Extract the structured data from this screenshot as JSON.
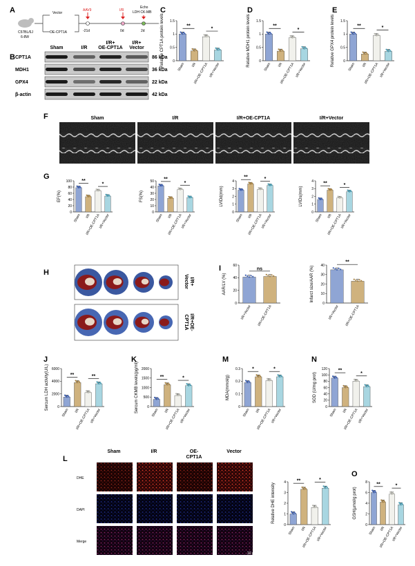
{
  "colors": {
    "sham": "#8fa5d4",
    "ir": "#cfb27e",
    "oe": "#f1f1ec",
    "vec": "#a8d6e1",
    "shamPt": "#3d5fb0",
    "irPt": "#a98547",
    "oePt": "#b8b8b0",
    "vecPt": "#4d9fb5",
    "axis": "#222222"
  },
  "panels": {
    "A": "A",
    "B": "B",
    "C": "C",
    "D": "D",
    "E": "E",
    "F": "F",
    "G": "G",
    "H": "H",
    "I": "I",
    "J": "J",
    "K": "K",
    "L": "L",
    "M": "M",
    "N": "N",
    "O": "O"
  },
  "schematic": {
    "mouse": "C57BL/6J",
    "age": "6-8W",
    "vector": "Vector",
    "oe": "OE-CPT1A",
    "aav": "AAV9",
    "d1": "-21d",
    "ir": "I/R",
    "d2": "0d",
    "echo1": "Echo",
    "echo2": "LDH CK-MB",
    "d3": "2d"
  },
  "blot": {
    "lanes": [
      "Sham",
      "I/R",
      "I/R+",
      "I/R+"
    ],
    "lanes2": [
      "",
      "",
      "OE-CPT1A",
      "Vector"
    ],
    "proteins": [
      {
        "name": "CPT1A",
        "kda": "86 kDa"
      },
      {
        "name": "MDH1",
        "kda": "36 kDa"
      },
      {
        "name": "GPX4",
        "kda": "22 kDa"
      },
      {
        "name": "β-actin",
        "kda": "42 kDa"
      }
    ]
  },
  "echo": {
    "labels": [
      "Sham",
      "I/R",
      "I/R+OE-CPT1A",
      "I/R+Vector"
    ]
  },
  "hearts": {
    "rows": [
      [
        "I/R+",
        "Vector"
      ],
      [
        "I/R+OE-",
        "CPT1A"
      ]
    ]
  },
  "dhe": {
    "cols": [
      "Sham",
      "I/R",
      "OE-",
      "Vector"
    ],
    "cols2": [
      "",
      "",
      "CPT1A",
      ""
    ],
    "rows": [
      "DHE",
      "DAPI",
      "Merge"
    ],
    "scale": "10 µm"
  },
  "chart_data": [
    {
      "id": "C",
      "type": "bar",
      "categories": [
        "Sham",
        "I/R",
        "I/R+OE-CPT1A",
        "I/R+Vector"
      ],
      "values": [
        1.0,
        0.37,
        0.9,
        0.4
      ],
      "ylabel": "Relative CPT1A protein levels",
      "ylim": [
        0,
        1.5
      ],
      "ticks": [
        0,
        0.5,
        1.0,
        1.5
      ],
      "sig": [
        {
          "a": 0,
          "b": 1,
          "t": "**"
        },
        {
          "a": 2,
          "b": 3,
          "t": "*"
        }
      ]
    },
    {
      "id": "D",
      "type": "bar",
      "categories": [
        "Sham",
        "I/R",
        "I/R+OE-CPT1A",
        "I/R+Vector"
      ],
      "values": [
        1.0,
        0.36,
        0.86,
        0.45
      ],
      "ylabel": "Relative MDH1 protein levels",
      "ylim": [
        0,
        1.5
      ],
      "ticks": [
        0,
        0.5,
        1.0,
        1.5
      ],
      "sig": [
        {
          "a": 0,
          "b": 1,
          "t": "**"
        },
        {
          "a": 2,
          "b": 3,
          "t": "*"
        }
      ]
    },
    {
      "id": "E",
      "type": "bar",
      "categories": [
        "Sham",
        "I/R",
        "I/R+OE-CPT1A",
        "I/R+Vector"
      ],
      "values": [
        1.0,
        0.25,
        0.94,
        0.35
      ],
      "ylabel": "Relative GPX4 protein levels",
      "ylim": [
        0,
        1.5
      ],
      "ticks": [
        0,
        0.5,
        1.0,
        1.5
      ],
      "sig": [
        {
          "a": 0,
          "b": 1,
          "t": "**"
        },
        {
          "a": 2,
          "b": 3,
          "t": "*"
        }
      ]
    },
    {
      "id": "G1",
      "type": "bar",
      "categories": [
        "Sham",
        "I/R",
        "I/R+OE-CPT1A",
        "I/R+Vector"
      ],
      "values": [
        78,
        49,
        68,
        51
      ],
      "ylabel": "EF(%)",
      "ylim": [
        0,
        100
      ],
      "ticks": [
        0,
        20,
        40,
        60,
        80,
        100
      ],
      "sig": [
        {
          "a": 0,
          "b": 1,
          "t": "**"
        },
        {
          "a": 2,
          "b": 3,
          "t": "*"
        }
      ]
    },
    {
      "id": "G2",
      "type": "bar",
      "categories": [
        "Sham",
        "I/R",
        "I/R+OE-CPT1A",
        "I/R+Vector"
      ],
      "values": [
        42,
        22,
        36,
        23
      ],
      "ylabel": "FS(%)",
      "ylim": [
        0,
        50
      ],
      "ticks": [
        0,
        10,
        20,
        30,
        40,
        50
      ],
      "sig": [
        {
          "a": 0,
          "b": 1,
          "t": "**"
        },
        {
          "a": 2,
          "b": 3,
          "t": "*"
        }
      ]
    },
    {
      "id": "G3",
      "type": "bar",
      "categories": [
        "Sham",
        "I/R",
        "I/R+OE-CPT1A",
        "I/R+Vector"
      ],
      "values": [
        2.8,
        3.6,
        2.9,
        3.4
      ],
      "ylabel": "LVIDd(mm)",
      "ylim": [
        0,
        4
      ],
      "ticks": [
        0,
        1,
        2,
        3,
        4
      ],
      "sig": [
        {
          "a": 0,
          "b": 1,
          "t": "**"
        },
        {
          "a": 2,
          "b": 3,
          "t": "*"
        }
      ]
    },
    {
      "id": "G4",
      "type": "bar",
      "categories": [
        "Sham",
        "I/R",
        "I/R+OE-CPT1A",
        "I/R+Vector"
      ],
      "values": [
        1.6,
        2.8,
        1.8,
        2.6
      ],
      "ylabel": "LVIDs(mm)",
      "ylim": [
        0,
        4
      ],
      "ticks": [
        0,
        1,
        2,
        3,
        4
      ],
      "sig": [
        {
          "a": 0,
          "b": 1,
          "t": "**"
        },
        {
          "a": 2,
          "b": 3,
          "t": "*"
        }
      ]
    },
    {
      "id": "I1",
      "type": "bar",
      "categories": [
        "I/R+Vector",
        "I/R+OE-CPT1A"
      ],
      "values": [
        41,
        42
      ],
      "ylabel": "AAR/LV (%)",
      "ylim": [
        0,
        60
      ],
      "ticks": [
        0,
        20,
        40,
        60
      ],
      "sig": [
        {
          "a": 0,
          "b": 1,
          "t": "ns"
        }
      ]
    },
    {
      "id": "I2",
      "type": "bar",
      "categories": [
        "I/R+Vector",
        "I/R+OE-CPT1A"
      ],
      "values": [
        35,
        23
      ],
      "ylabel": "Infarct size/AAR (%)",
      "ylim": [
        0,
        40
      ],
      "ticks": [
        0,
        10,
        20,
        30,
        40
      ],
      "sig": [
        {
          "a": 0,
          "b": 1,
          "t": "**"
        }
      ]
    },
    {
      "id": "J",
      "type": "bar",
      "categories": [
        "Sham",
        "I/R",
        "I/R+OE-CPT1A",
        "I/R+Vector"
      ],
      "values": [
        1500,
        3800,
        2200,
        3600
      ],
      "ylabel": "Sercum LDH activity(U/L)",
      "ylim": [
        0,
        6000
      ],
      "ticks": [
        0,
        2000,
        4000,
        6000
      ],
      "sig": [
        {
          "a": 0,
          "b": 1,
          "t": "**"
        },
        {
          "a": 2,
          "b": 3,
          "t": "**"
        }
      ]
    },
    {
      "id": "K",
      "type": "bar",
      "categories": [
        "Sham",
        "I/R",
        "I/R+OE-CPT1A",
        "I/R+Vector"
      ],
      "values": [
        380,
        1150,
        580,
        1100
      ],
      "ylabel": "Sercum CKMB levels(pg/ml)",
      "ylim": [
        0,
        2000
      ],
      "ticks": [
        0,
        500,
        1000,
        1500,
        2000
      ],
      "sig": [
        {
          "a": 0,
          "b": 1,
          "t": "**"
        },
        {
          "a": 2,
          "b": 3,
          "t": "*"
        }
      ]
    },
    {
      "id": "M",
      "type": "bar",
      "categories": [
        "Sham",
        "I/R",
        "I/R+OE-CPT1A",
        "I/R+Vector"
      ],
      "values": [
        0.19,
        0.235,
        0.205,
        0.235
      ],
      "ylabel": "MDA(mmol/g)",
      "ylim": [
        0,
        0.3
      ],
      "ticks": [
        0,
        0.1,
        0.2,
        0.3
      ],
      "sig": [
        {
          "a": 0,
          "b": 1,
          "t": "*"
        },
        {
          "a": 2,
          "b": 3,
          "t": "*"
        }
      ]
    },
    {
      "id": "N",
      "type": "bar",
      "categories": [
        "Sham",
        "I/R",
        "I/R+OE-CPT1A",
        "I/R+Vector"
      ],
      "values": [
        90,
        60,
        80,
        63
      ],
      "ylabel": "SOD (U/mg prot)",
      "ylim": [
        0,
        120
      ],
      "ticks": [
        0,
        20,
        40,
        60,
        80,
        100,
        120
      ],
      "sig": [
        {
          "a": 0,
          "b": 1,
          "t": "**"
        },
        {
          "a": 2,
          "b": 3,
          "t": "*"
        }
      ]
    },
    {
      "id": "L2",
      "type": "bar",
      "categories": [
        "Sham",
        "I/R",
        "I/R+OE-CPT1A",
        "I/R+Vector"
      ],
      "values": [
        1.0,
        3.3,
        1.6,
        3.4
      ],
      "ylabel": "Relative DHE intensity",
      "ylim": [
        0,
        4
      ],
      "ticks": [
        0,
        1,
        2,
        3,
        4
      ],
      "sig": [
        {
          "a": 0,
          "b": 1,
          "t": "**"
        },
        {
          "a": 2,
          "b": 3,
          "t": "*"
        }
      ]
    },
    {
      "id": "O",
      "type": "bar",
      "categories": [
        "Sham",
        "I/R",
        "I/R+OE-CPT1A",
        "I/R+Vector"
      ],
      "values": [
        6.0,
        4.2,
        5.7,
        3.7
      ],
      "ylabel": "GSH(µmol/g prot)",
      "ylim": [
        0,
        8
      ],
      "ticks": [
        0,
        2,
        4,
        6,
        8
      ],
      "sig": [
        {
          "a": 0,
          "b": 1,
          "t": "**"
        },
        {
          "a": 2,
          "b": 3,
          "t": "*"
        }
      ]
    }
  ]
}
